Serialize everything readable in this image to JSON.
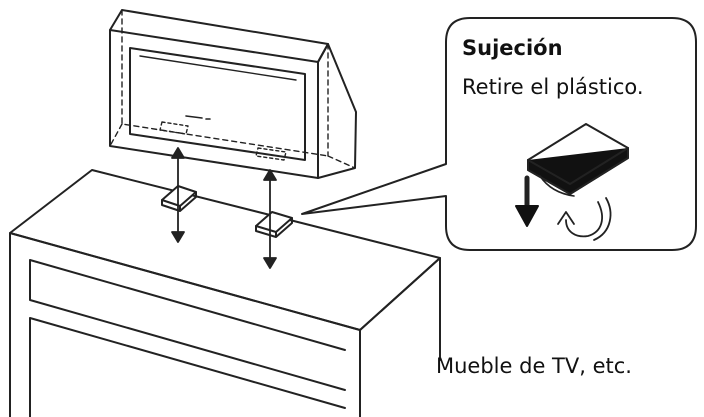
{
  "callout": {
    "title": "Sujeción",
    "text": "Retire el plástico."
  },
  "caption": "Mueble de TV, etc.",
  "icons": {
    "speaker": "soundbar-speaker-icon",
    "pad": "adhesive-pad-icon",
    "arrow_down": "arrow-down-icon",
    "peel": "peel-arrow-icon"
  }
}
